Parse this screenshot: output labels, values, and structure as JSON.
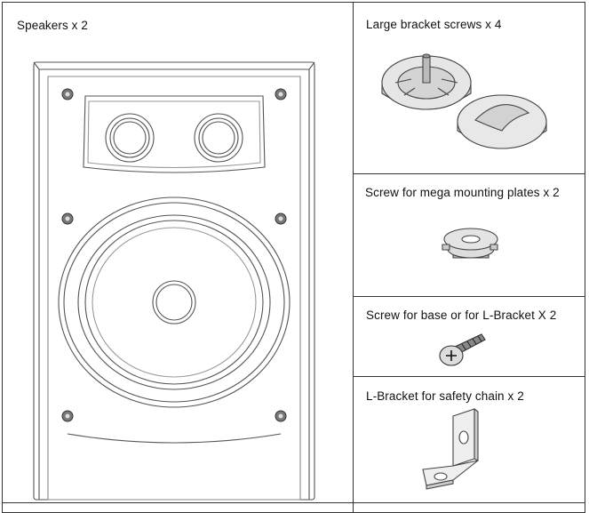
{
  "cells": {
    "speakers": {
      "label": "Speakers x 2"
    },
    "large_bracket_screws": {
      "label": "Large bracket screws x 4"
    },
    "mega_plate_screw": {
      "label": "Screw for mega mounting plates x 2"
    },
    "base_screw": {
      "label": "Screw for base or for L-Bracket X 2"
    },
    "l_bracket": {
      "label": "L-Bracket for safety chain x 2"
    }
  }
}
